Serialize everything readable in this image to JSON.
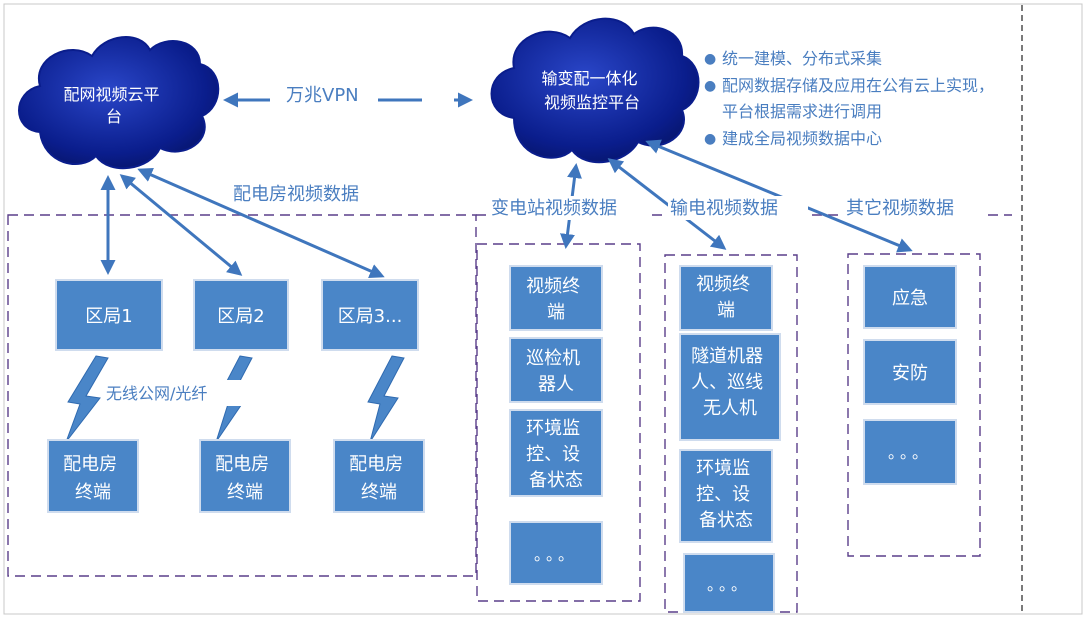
{
  "clouds": {
    "left": {
      "lines": [
        "配网视频云平",
        "台"
      ]
    },
    "right": {
      "lines": [
        "输变配一体化",
        "视频监控平台"
      ]
    }
  },
  "labels": {
    "vpn": "万兆VPN",
    "distribution_video": "配电房视频数据",
    "substation_video": "变电站视频数据",
    "transmission_video": "输电视频数据",
    "other_video": "其它视频数据",
    "wireless": "无线公网/光纤"
  },
  "notes": [
    {
      "lines": [
        "统一建模、分布式采集"
      ]
    },
    {
      "lines": [
        "配网数据存储及应用在公有云上实现，",
        "平台根据需求进行调用"
      ]
    },
    {
      "lines": [
        "建成全局视频数据中心"
      ]
    }
  ],
  "districts": [
    {
      "label": "区局1",
      "terminal": [
        "配电房",
        "终端"
      ]
    },
    {
      "label": "区局2",
      "terminal": [
        "配电房",
        "终端"
      ]
    },
    {
      "label": "区局3...",
      "terminal": [
        "配电房",
        "终端"
      ]
    }
  ],
  "substation_boxes": [
    {
      "lines": [
        "视频终",
        "端"
      ]
    },
    {
      "lines": [
        "巡检机",
        "器人"
      ]
    },
    {
      "lines": [
        "环境监",
        "控、设",
        "备状态"
      ]
    },
    {
      "lines": [
        "。。。"
      ]
    }
  ],
  "transmission_boxes": [
    {
      "lines": [
        "视频终",
        "端"
      ]
    },
    {
      "lines": [
        "隧道机器",
        "人、巡线",
        "无人机"
      ]
    },
    {
      "lines": [
        "环境监",
        "控、设",
        "备状态"
      ]
    },
    {
      "lines": [
        "。。。"
      ]
    }
  ],
  "other_boxes": [
    {
      "lines": [
        "应急"
      ]
    },
    {
      "lines": [
        "安防"
      ]
    },
    {
      "lines": [
        "。。。"
      ]
    }
  ],
  "colors": {
    "box_fill": "#4a86c8",
    "box_stroke": "#cfdcee",
    "cloud_fill": "#0a1d8c",
    "arrow": "#3f76bd",
    "dashed_border": "#5a3f8a",
    "text_blue": "#4a7ec0"
  }
}
